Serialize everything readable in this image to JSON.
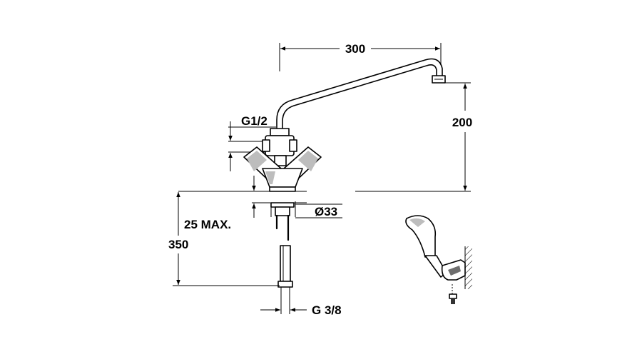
{
  "dimensions": {
    "spout_reach": "300",
    "spout_height": "200",
    "inlet_thread": "G1/2",
    "base_diameter": "Ø33",
    "counter_thickness": "25 MAX.",
    "hose_length": "350",
    "hose_thread": "G 3/8"
  },
  "colors": {
    "line": "#000000",
    "shade": "#bdbdbd",
    "background": "#ffffff"
  },
  "icons": {
    "arrow": "filled-triangle-arrowhead",
    "hand_shower": "hand-shower-with-wall-bracket"
  }
}
